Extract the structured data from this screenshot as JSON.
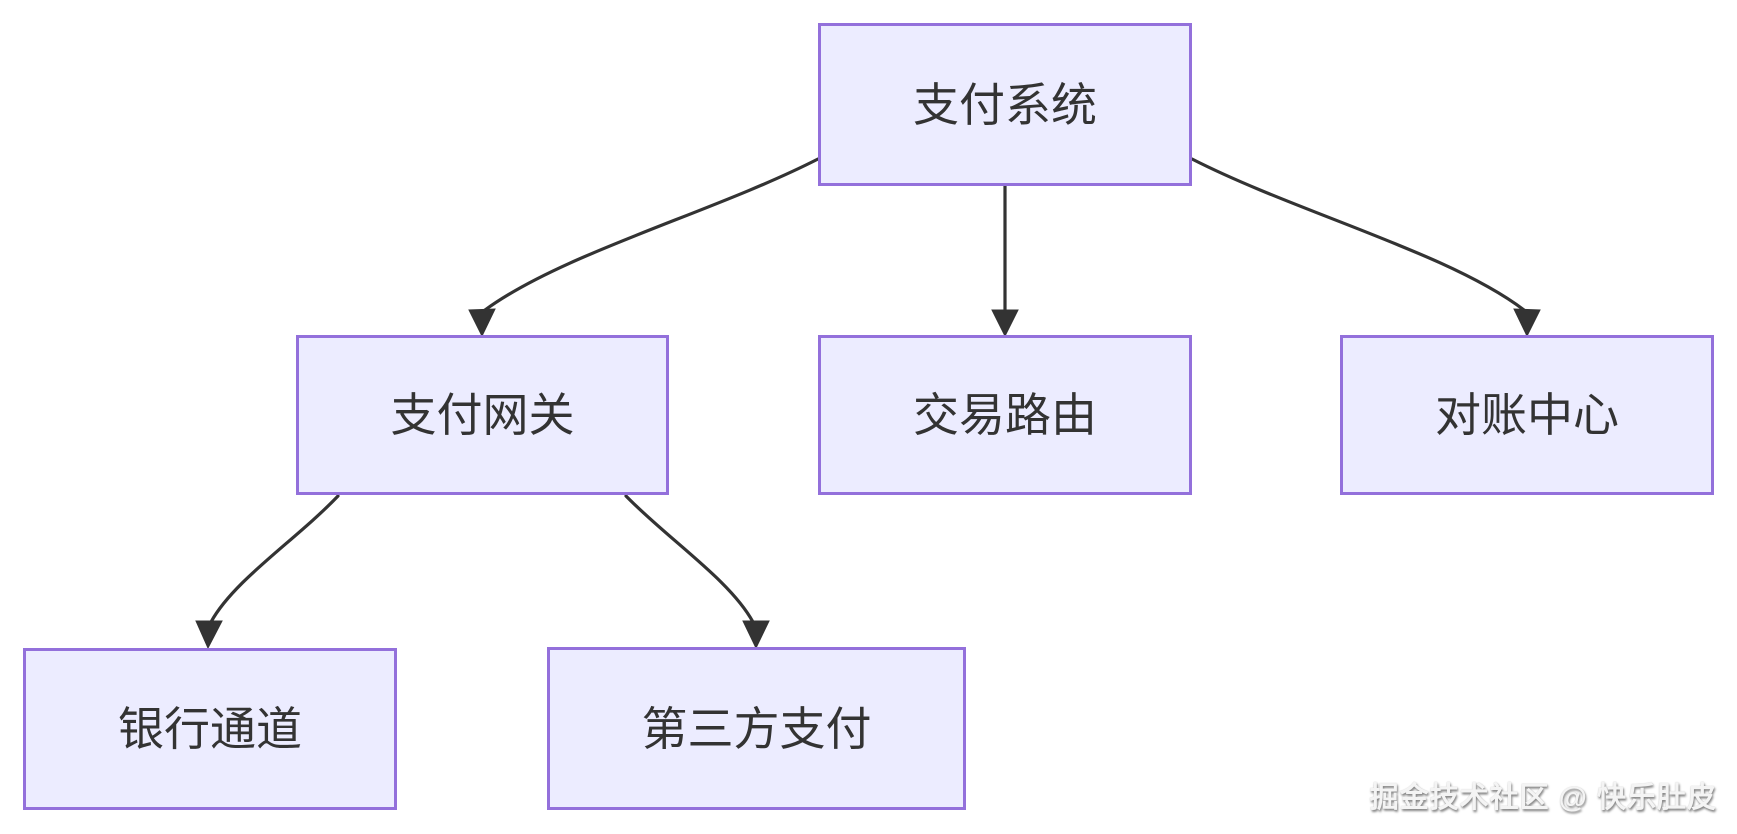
{
  "diagram": {
    "type": "flowchart",
    "direction": "top-down",
    "nodes": [
      {
        "id": "payment-system",
        "label": "支付系统"
      },
      {
        "id": "payment-gateway",
        "label": "支付网关"
      },
      {
        "id": "transaction-routing",
        "label": "交易路由"
      },
      {
        "id": "reconciliation-center",
        "label": "对账中心"
      },
      {
        "id": "bank-channel",
        "label": "银行通道"
      },
      {
        "id": "third-party-payment",
        "label": "第三方支付"
      }
    ],
    "edges": [
      {
        "from": "支付系统",
        "to": "支付网关"
      },
      {
        "from": "支付系统",
        "to": "交易路由"
      },
      {
        "from": "支付系统",
        "to": "对账中心"
      },
      {
        "from": "支付网关",
        "to": "银行通道"
      },
      {
        "from": "支付网关",
        "to": "第三方支付"
      }
    ],
    "colors": {
      "node_fill": "#ECECFF",
      "node_border": "#9370DB",
      "edge": "#333333",
      "text": "#333333",
      "background": "#FFFFFF"
    }
  },
  "watermark": {
    "text": "掘金技术社区 @ 快乐肚皮"
  }
}
